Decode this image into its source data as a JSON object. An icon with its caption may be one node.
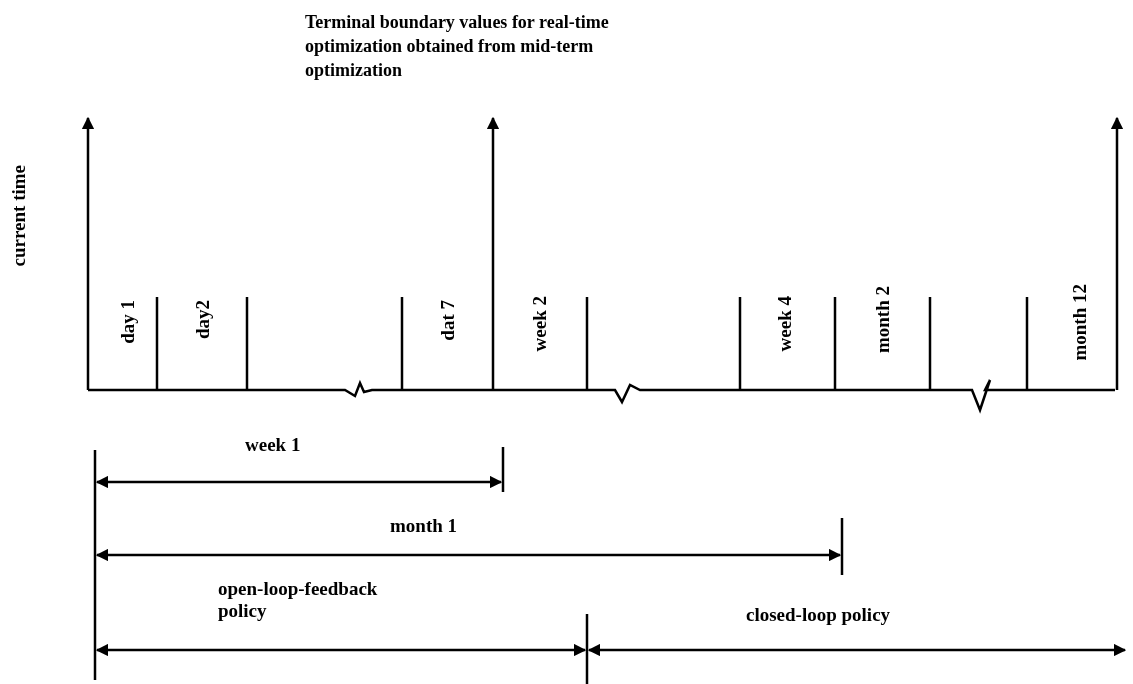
{
  "diagram": {
    "title": "Terminal boundary values for real-time optimization obtained from mid-term optimization",
    "labels": [
      "current time",
      "day 1",
      "day2",
      "dat 7",
      "week 2",
      "week 4",
      "month 2",
      "month 12",
      "week 1",
      "month 1",
      "open-loop-feedback policy",
      "closed-loop policy"
    ]
  }
}
